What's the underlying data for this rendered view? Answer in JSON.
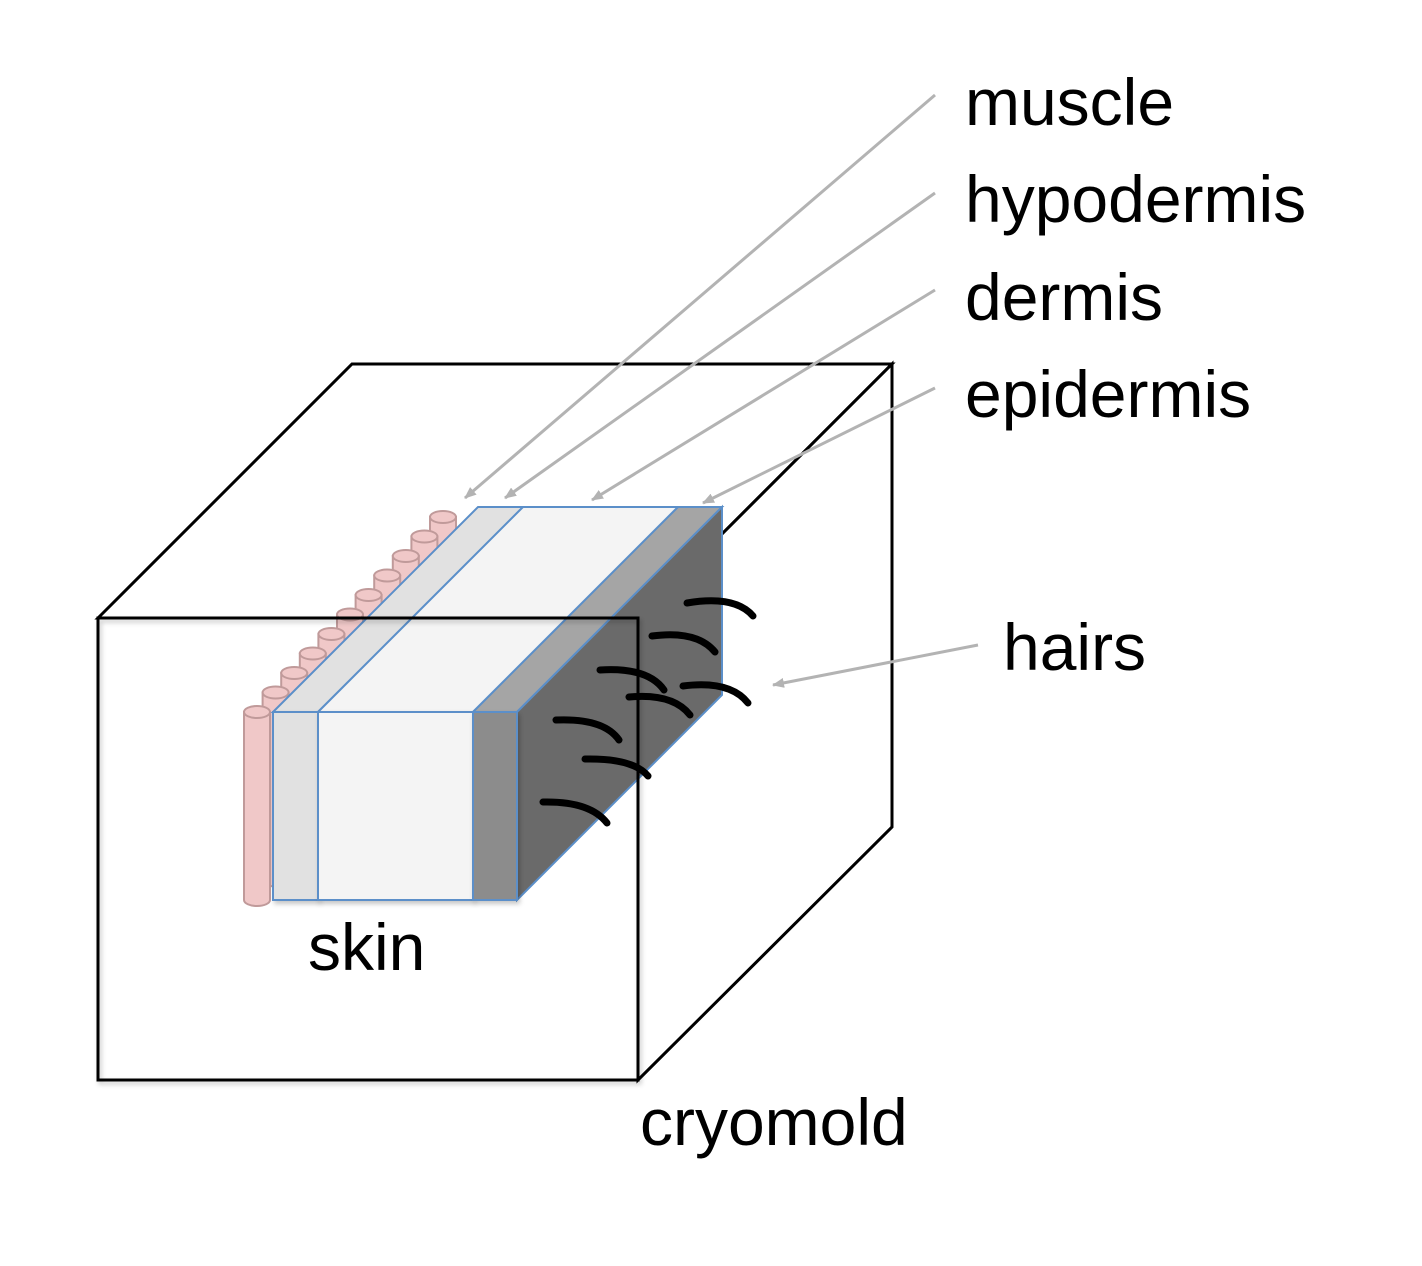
{
  "labels": {
    "muscle": "muscle",
    "hypodermis": "hypodermis",
    "dermis": "dermis",
    "epidermis": "epidermis",
    "hairs": "hairs",
    "skin": "skin",
    "cryomold": "cryomold"
  },
  "colors": {
    "background": "#ffffff",
    "outline": "#000000",
    "leader_line": "#b3b3b3",
    "layer_border": "#5b8fc9",
    "muscle_fill": "#f0c8c8",
    "muscle_stroke": "#c09a9a",
    "hypodermis_fill": "#e1e1e1",
    "dermis_fill": "#f4f4f4",
    "epidermis_fill": "#8c8c8c",
    "epidermis_top_fill": "#a5a5a5",
    "side_face_fill": "#6a6a6a",
    "hair": "#000000"
  }
}
